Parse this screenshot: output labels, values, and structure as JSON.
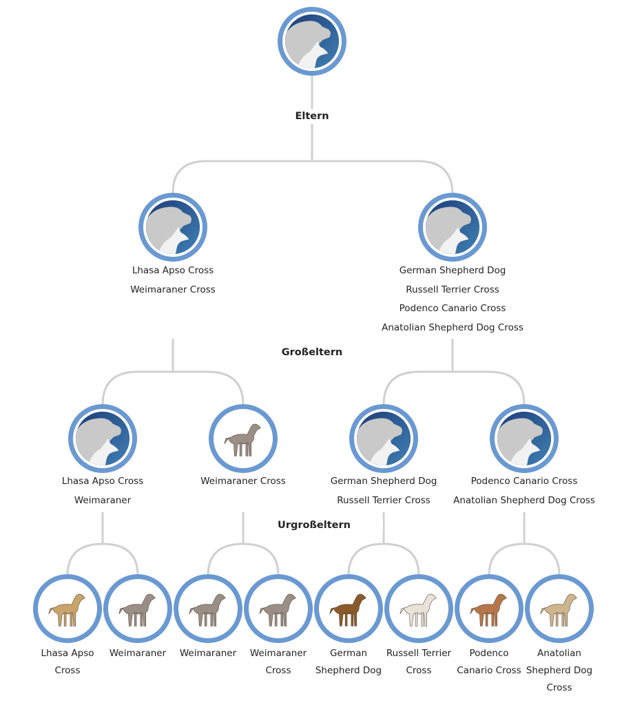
{
  "colors": {
    "ring": "#6a99d2",
    "line": "#d0d0d0",
    "placeholder_bg_from": "#1f3f7a",
    "placeholder_bg_to": "#3f7fb0"
  },
  "generations": {
    "parents": "Eltern",
    "grandparents": "Großeltern",
    "great_grandparents": "Urgroßeltern"
  },
  "root": {
    "image": "placeholder-dog-icon"
  },
  "parents": [
    {
      "image": "placeholder-dog-icon",
      "lines": [
        "Lhasa Apso Cross",
        "Weimaraner Cross"
      ]
    },
    {
      "image": "placeholder-dog-icon",
      "lines": [
        "German Shepherd Dog",
        "Russell Terrier Cross",
        "Podenco Canario Cross",
        "Anatolian Shepherd Dog Cross"
      ]
    }
  ],
  "grandparents": [
    {
      "image": "placeholder-dog-icon",
      "lines": [
        "Lhasa Apso Cross",
        "Weimaraner"
      ]
    },
    {
      "image": "weimaraner-photo",
      "lines": [
        "Weimaraner Cross"
      ]
    },
    {
      "image": "placeholder-dog-icon",
      "lines": [
        "German Shepherd Dog",
        "Russell Terrier Cross"
      ]
    },
    {
      "image": "placeholder-dog-icon",
      "lines": [
        "Podenco Canario Cross",
        "Anatolian Shepherd Dog Cross"
      ]
    }
  ],
  "great_grandparents": [
    {
      "image": "lhasa-apso-photo",
      "label": "Lhasa Apso Cross",
      "color": "#c9a46a"
    },
    {
      "image": "weimaraner-photo",
      "label": "Weimaraner",
      "color": "#9a8f86"
    },
    {
      "image": "weimaraner-photo",
      "label": "Weimaraner",
      "color": "#9a8f86"
    },
    {
      "image": "weimaraner-photo",
      "label": "Weimaraner Cross",
      "color": "#9a8f86"
    },
    {
      "image": "german-shepherd-photo",
      "label": "German Shepherd Dog",
      "color": "#8a5a2a"
    },
    {
      "image": "russell-terrier-photo",
      "label": "Russell Terrier Cross",
      "color": "#e8e2d8"
    },
    {
      "image": "podenco-photo",
      "label": "Podenco Canario Cross",
      "color": "#b7764a"
    },
    {
      "image": "anatolian-shepherd-photo",
      "label": "Anatolian Shepherd Dog Cross",
      "color": "#cdb58e"
    }
  ]
}
